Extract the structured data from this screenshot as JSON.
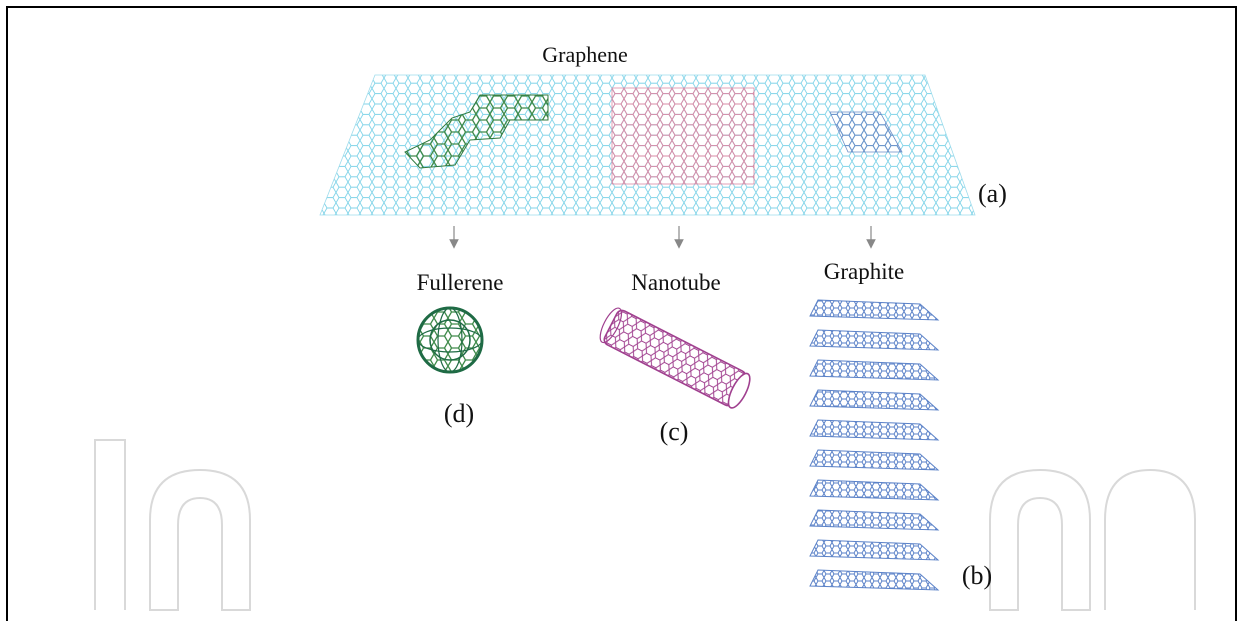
{
  "figure": {
    "title": "Graphene",
    "panels": {
      "a": "(a)",
      "b": "(b)",
      "c": "(c)",
      "d": "(d)"
    },
    "products": {
      "fullerene": "Fullerene",
      "nanotube": "Nanotube",
      "graphite": "Graphite"
    },
    "colors": {
      "graphene": "#7fd3e8",
      "fullerene": "#1f6b45",
      "nanotube_patch": "#d98aa6",
      "nanotube": "#a0408f",
      "graphite": "#5b82c8",
      "arrow": "#888888"
    }
  }
}
